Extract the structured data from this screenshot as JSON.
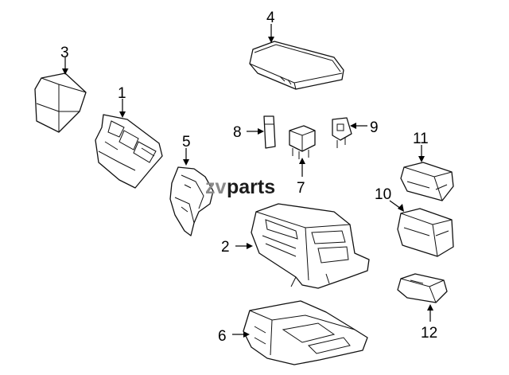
{
  "callouts": {
    "c1": "1",
    "c2": "2",
    "c3": "3",
    "c4": "4",
    "c5": "5",
    "c6": "6",
    "c7": "7",
    "c8": "8",
    "c9": "9",
    "c10": "10",
    "c11": "11",
    "c12": "12"
  },
  "watermark": {
    "prefix": "zv",
    "suffix": "parts"
  },
  "colors": {
    "line": "#111111",
    "background": "#ffffff",
    "watermark_gray": "#8a8a8a",
    "watermark_dark": "#1c1c1c"
  }
}
